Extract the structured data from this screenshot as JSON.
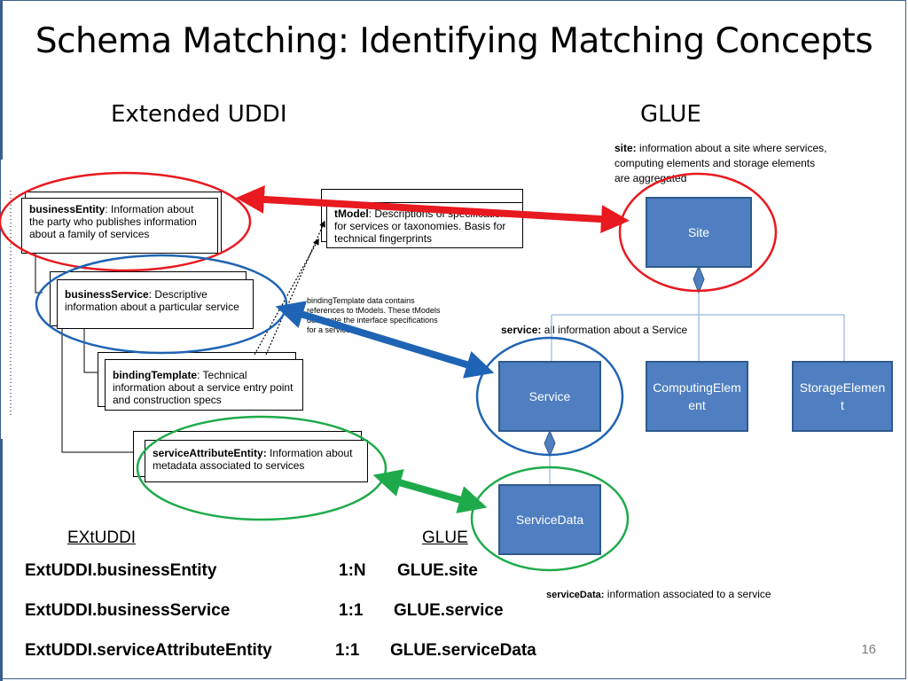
{
  "slide": {
    "title": "Schema Matching: Identifying Matching Concepts",
    "page_number": "16"
  },
  "headings": {
    "left": "Extended UDDI",
    "right": "GLUE"
  },
  "uddi_boxes": {
    "business_entity": {
      "term": "businessEntity",
      "desc": ": Information about the party who publishes information about a family of services"
    },
    "business_service": {
      "term": "businessService",
      "desc": ": Descriptive information about a particular service"
    },
    "binding_template": {
      "term": "bindingTemplate",
      "desc": ": Technical information about a service entry point and construction specs"
    },
    "tmodel": {
      "term": "tModel",
      "desc": ": Descriptions of specifications for services or taxonomies. Basis for technical fingerprints"
    },
    "service_attribute_entity": {
      "term": "serviceAttributeEntity:",
      "desc": "  Information about  metadata  associated to services"
    },
    "binding_note": "bindingTemplate data contains references to tModels. These tModels designate the interface specifications for a service"
  },
  "glue_nodes": {
    "site": "Site",
    "service": "Service",
    "computing_element": "ComputingElement",
    "storage_element": "StorageElement",
    "service_data": "ServiceData"
  },
  "glue_notes": {
    "site": {
      "term": "site:",
      "desc": " information about a site where services, computing elements and storage elements are aggregated"
    },
    "service": {
      "term": "service:",
      "desc": " all information about a Service"
    },
    "service_data": {
      "term": "serviceData:",
      "desc": "  information associated to a service"
    }
  },
  "mapping": {
    "left_header": "EXtUDDI",
    "right_header": "GLUE",
    "rows": [
      {
        "left": "ExtUDDI.businessEntity",
        "ratio": "1:N",
        "right": "GLUE.site"
      },
      {
        "left": "ExtUDDI.businessService",
        "ratio": "1:1",
        "right": "GLUE.service"
      },
      {
        "left": "ExtUDDI.serviceAttributeEntity",
        "ratio": "1:1",
        "right": "GLUE.serviceData"
      }
    ]
  },
  "colors": {
    "node_fill": "#4f7fc0",
    "red": "#e8191f",
    "blue": "#1f64b4",
    "green": "#1eaa4a"
  }
}
